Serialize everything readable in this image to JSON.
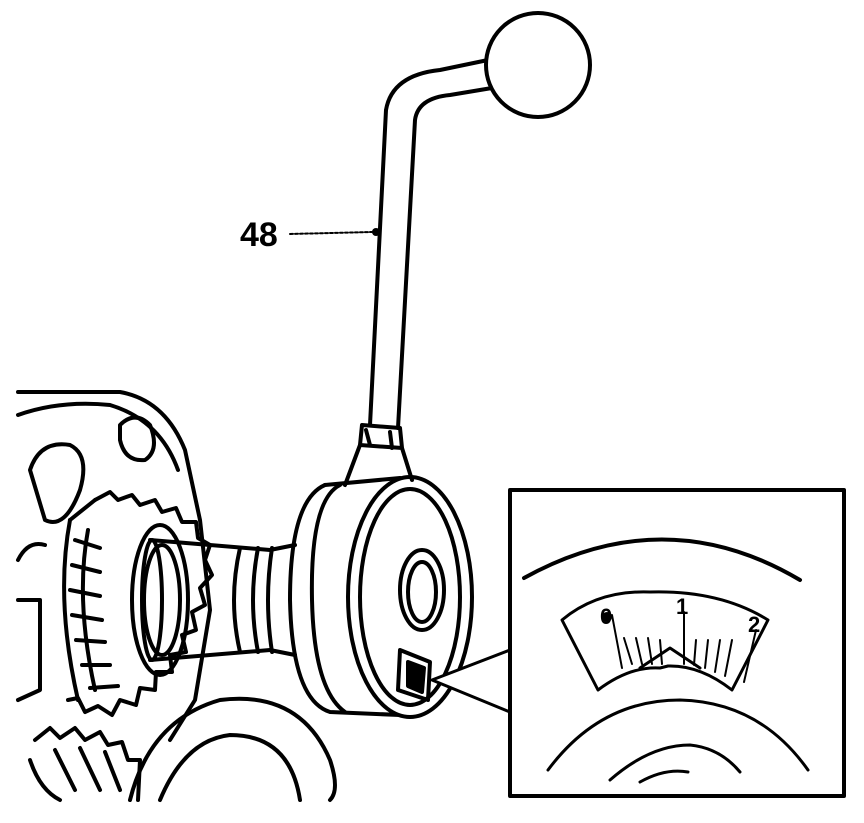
{
  "callout": {
    "label": "48"
  },
  "dial": {
    "scale_labels": [
      "0",
      "1",
      "2"
    ]
  },
  "colors": {
    "line": "#000000",
    "background": "#ffffff"
  }
}
